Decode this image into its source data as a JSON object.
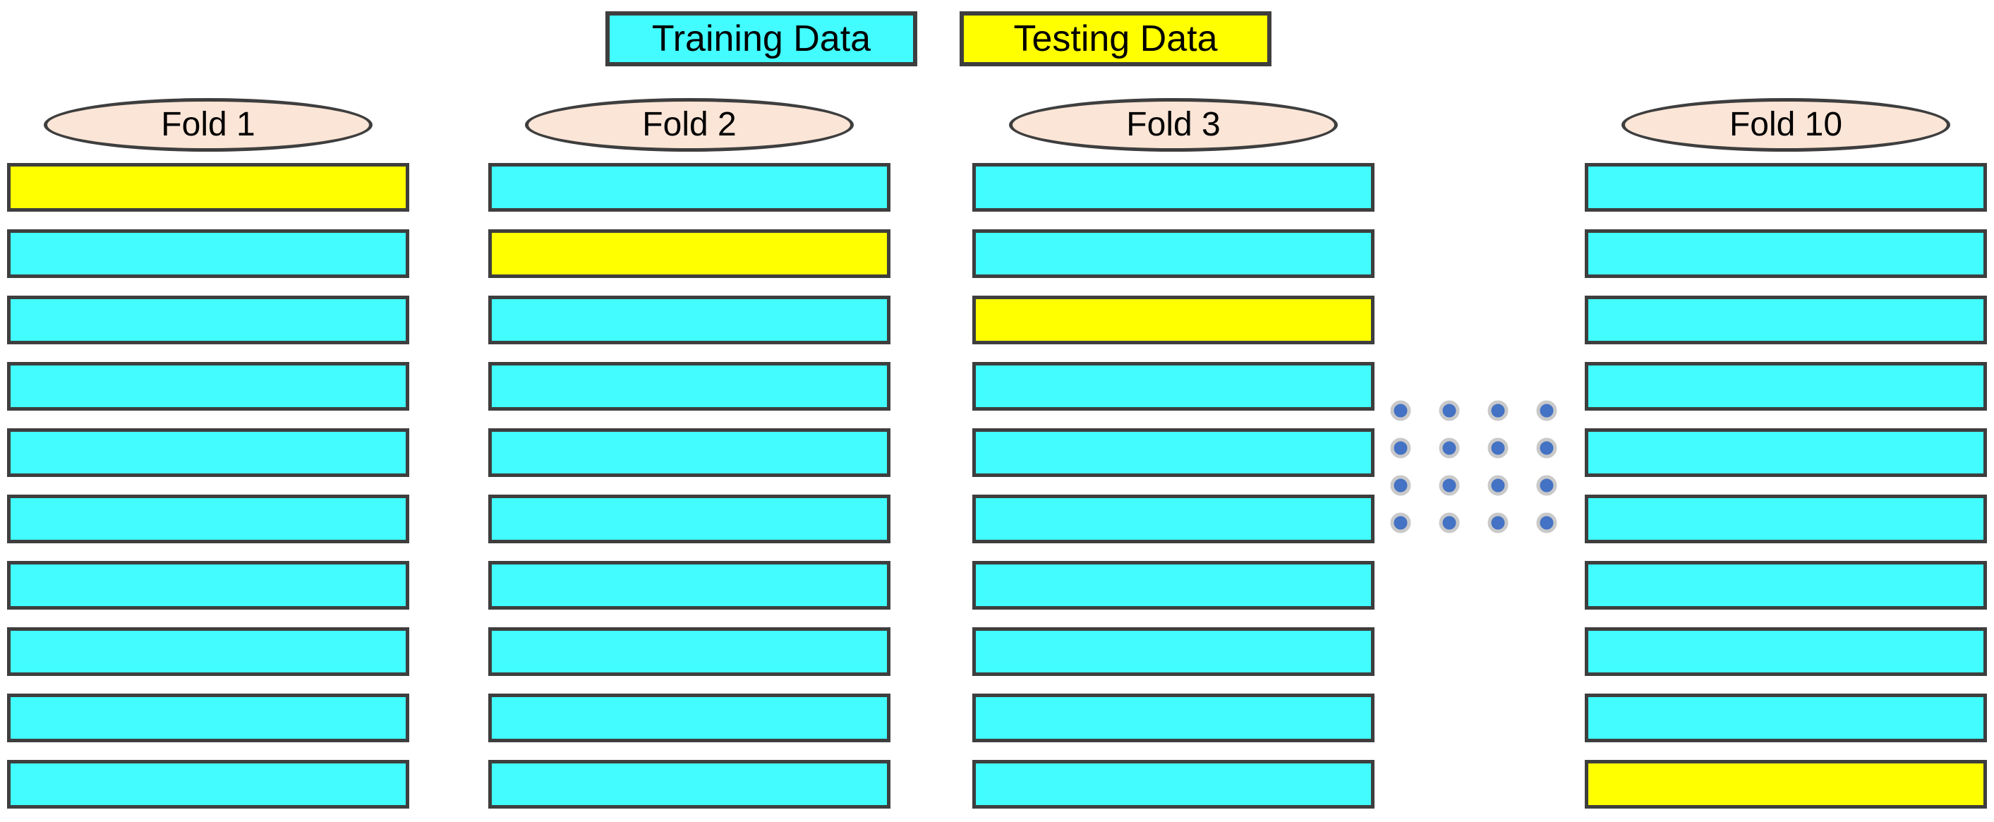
{
  "legend": {
    "training": {
      "label": "Training Data",
      "color": "#42FCFF"
    },
    "testing": {
      "label": "Testing Data",
      "color": "#FFFF00"
    }
  },
  "colors": {
    "training_fill": "#42FCFF",
    "testing_fill": "#FFFF00",
    "outline": "#3E3E3E",
    "fold_label_fill": "#FBE5D6",
    "dot_fill": "#4472C4",
    "dot_ring": "#C9C9C9",
    "background": "#FFFFFF"
  },
  "rows_per_fold": 10,
  "folds": [
    {
      "label": "Fold 1",
      "testing_row": 1,
      "rows": [
        "testing",
        "training",
        "training",
        "training",
        "training",
        "training",
        "training",
        "training",
        "training",
        "training"
      ]
    },
    {
      "label": "Fold 2",
      "testing_row": 2,
      "rows": [
        "training",
        "testing",
        "training",
        "training",
        "training",
        "training",
        "training",
        "training",
        "training",
        "training"
      ]
    },
    {
      "label": "Fold 3",
      "testing_row": 3,
      "rows": [
        "training",
        "training",
        "testing",
        "training",
        "training",
        "training",
        "training",
        "training",
        "training",
        "training"
      ]
    },
    {
      "label": "Fold 10",
      "testing_row": 10,
      "rows": [
        "training",
        "training",
        "training",
        "training",
        "training",
        "training",
        "training",
        "training",
        "training",
        "testing"
      ]
    }
  ],
  "ellipsis_dots": {
    "rows": 4,
    "cols": 4
  }
}
